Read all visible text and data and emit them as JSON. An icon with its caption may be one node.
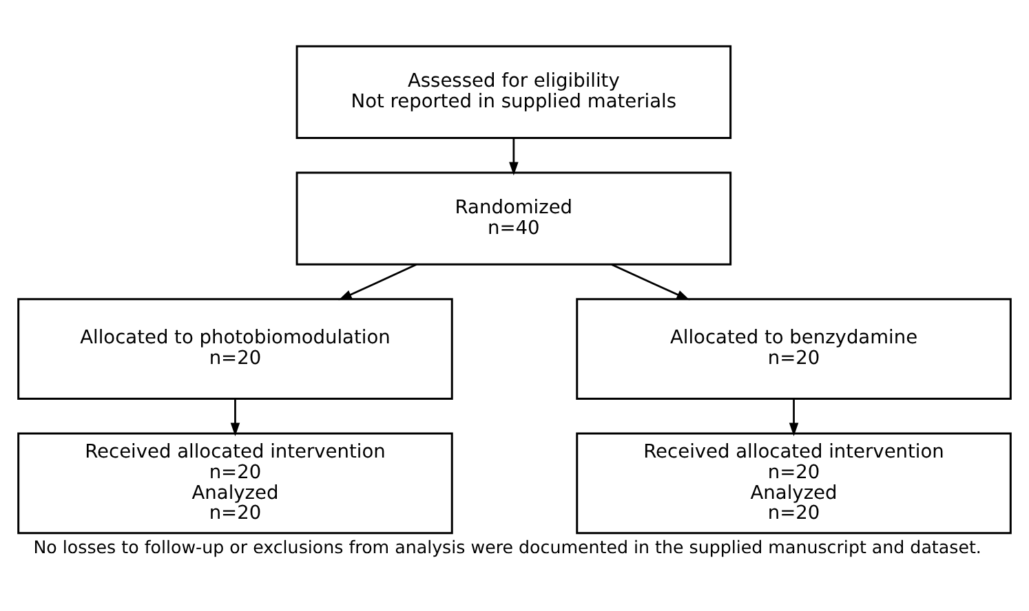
{
  "diagram": {
    "caption": "No losses to follow-up or exclusions from analysis were documented in the supplied manuscript and dataset.",
    "nodes": [
      {
        "text": [
          "Assessed for eligibility",
          "Not reported in supplied materials"
        ]
      },
      {
        "text": [
          "Randomized",
          "n=40"
        ]
      },
      {
        "text": [
          "Allocated to photobiomodulation",
          "n=20"
        ]
      },
      {
        "text": [
          "Allocated to benzydamine",
          "n=20"
        ]
      },
      {
        "text": [
          "Received allocated intervention",
          "n=20",
          "Analyzed",
          "n=20"
        ]
      },
      {
        "text": [
          "Received allocated intervention",
          "n=20",
          "Analyzed",
          "n=20"
        ]
      }
    ],
    "edges": [
      {
        "from": 0,
        "to": 1,
        "arrow": "to"
      },
      {
        "from": 1,
        "to": 2,
        "arrow": "to"
      },
      {
        "from": 1,
        "to": 3,
        "arrow": "to"
      },
      {
        "from": 2,
        "to": 4,
        "arrow": "to"
      },
      {
        "from": 3,
        "to": 5,
        "arrow": "to"
      }
    ]
  }
}
